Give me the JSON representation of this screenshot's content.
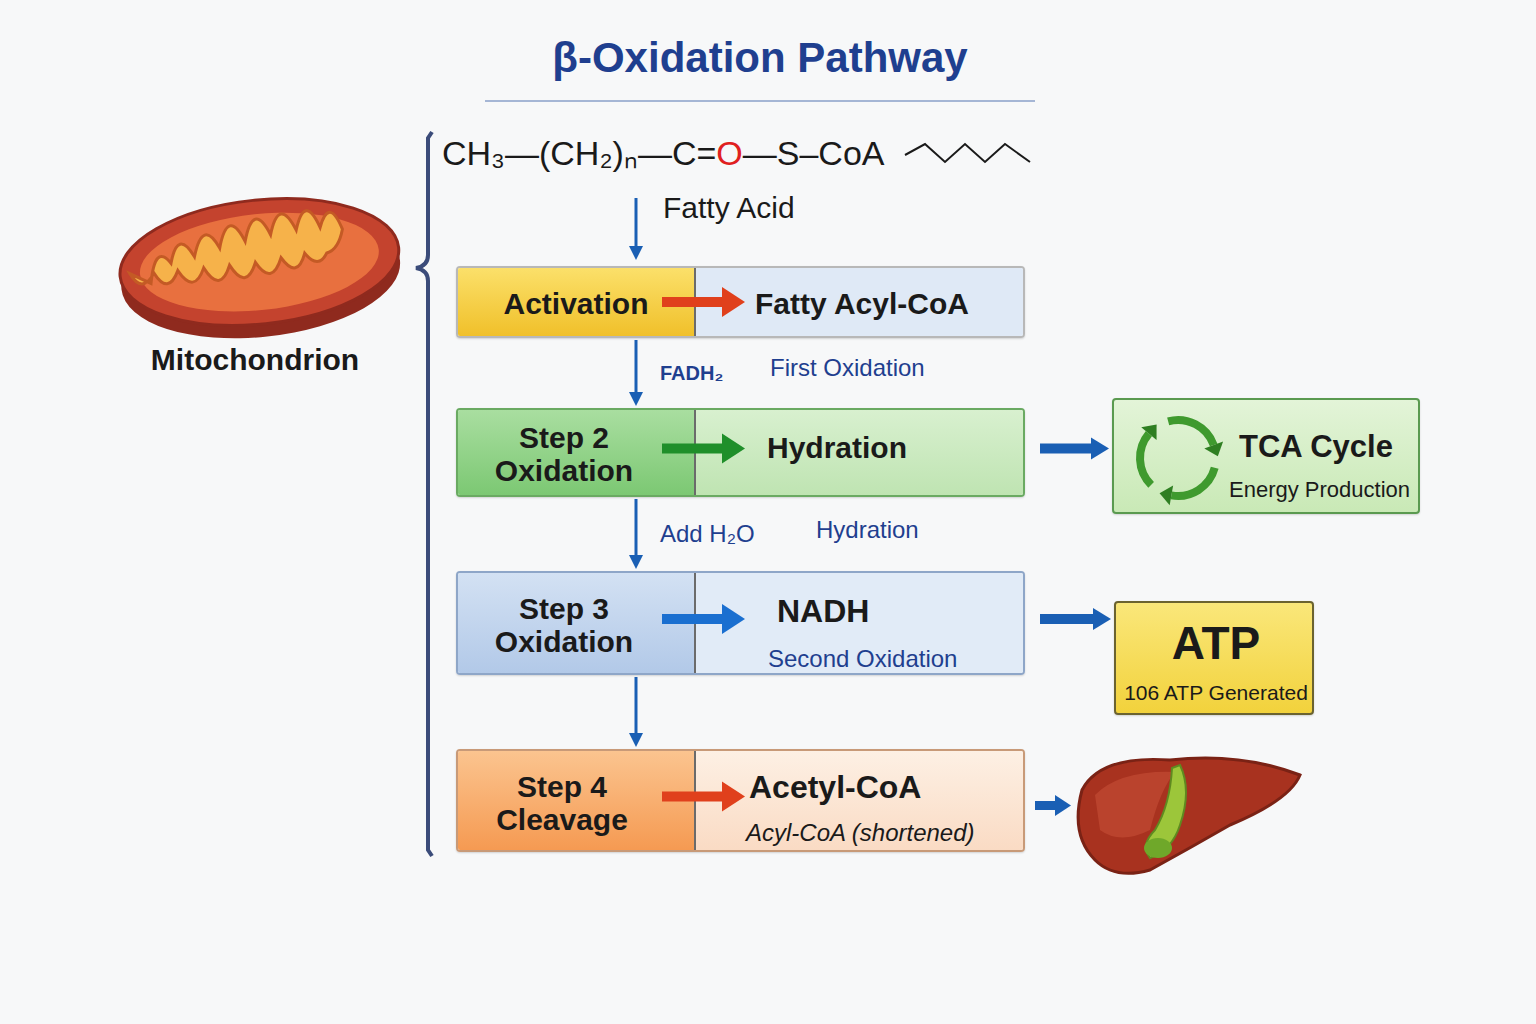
{
  "diagram": {
    "title": "β-Oxidation Pathway",
    "nodes": [
      {
        "text": [
          "Activation",
          "Fatty Acyl-CoA"
        ]
      },
      {
        "text": [
          "Step 2 Oxidation",
          "Hydration"
        ]
      },
      {
        "text": [
          "Step 3 Oxidation",
          "NADH",
          "Second Oxidation"
        ]
      },
      {
        "text": [
          "Step 4 Cleavage",
          "Acetyl-CoA",
          "Acyl-CoA (shortened)"
        ]
      },
      {
        "text": [
          "TCA Cycle",
          "Energy Production"
        ]
      },
      {
        "text": [
          "ATP",
          "106 ATP Generated"
        ]
      }
    ],
    "edges": [
      {
        "from": 0,
        "to": 1,
        "arrow": "to",
        "label": "FADH₂"
      },
      {
        "from": 1,
        "to": 2,
        "arrow": "to",
        "label": "Add H₂O"
      },
      {
        "from": 2,
        "to": 3,
        "arrow": "to"
      },
      {
        "from": 1,
        "to": 4,
        "arrow": "to"
      },
      {
        "from": 2,
        "to": 5,
        "arrow": "to"
      }
    ],
    "labels": [
      "CH₃—(CH₂)ₙ—C=",
      "O",
      "—S–CoA",
      "Fatty Acid",
      "Mitochondrion",
      "First Oxidation",
      "Hydration"
    ]
  }
}
